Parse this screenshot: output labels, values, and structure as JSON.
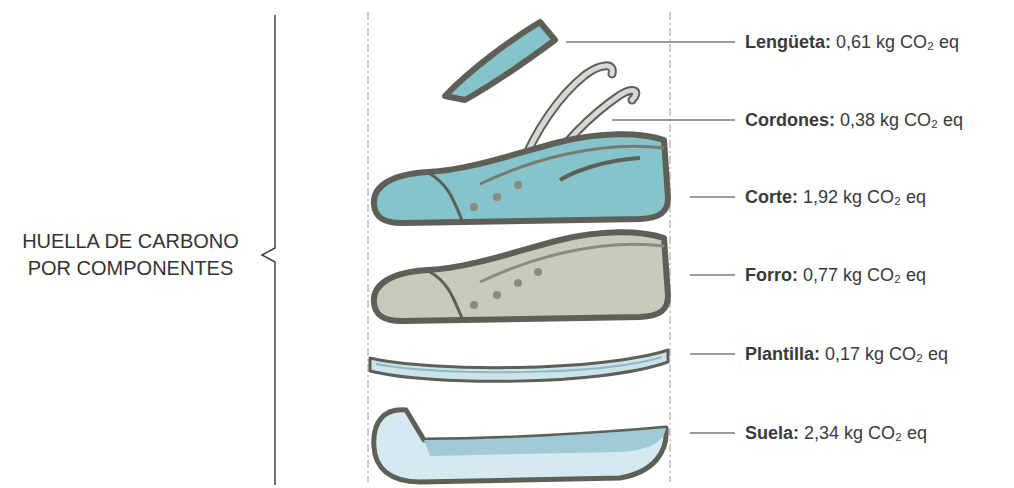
{
  "diagram": {
    "labels": [
      "HUELLA DE CARBONO POR COMPONENTES",
      "Lengüeta:",
      "0,61 kg CO₂ eq",
      "Cordones:",
      "0,38 kg CO₂ eq",
      "Corte:",
      "1,92 kg CO₂ eq",
      "Forro:",
      "0,77 kg CO₂ eq",
      "Plantilla:",
      "0,17 kg CO₂ eq",
      "Suela:",
      "2,34 kg CO₂ eq"
    ]
  }
}
